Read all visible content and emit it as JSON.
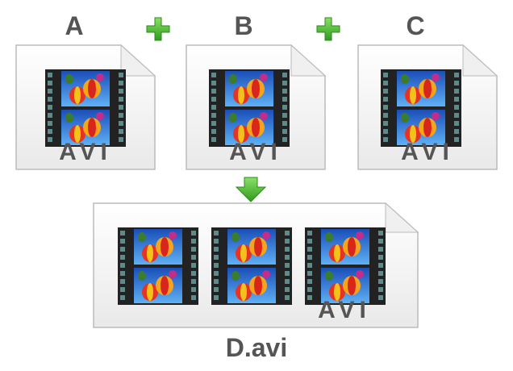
{
  "inputs": [
    {
      "letter": "A",
      "type_label": "AVI"
    },
    {
      "letter": "B",
      "type_label": "AVI"
    },
    {
      "letter": "C",
      "type_label": "AVI"
    }
  ],
  "output": {
    "type_label": "AVI",
    "filename": "D.avi"
  },
  "icons": {
    "plus": "plus-icon",
    "arrow": "arrow-down-icon",
    "file": "file-icon",
    "film": "film-strip-icon"
  },
  "colors": {
    "plus_green": "#4cb82c",
    "text_gray": "#555555",
    "sky_blue": "#2d7de0"
  }
}
